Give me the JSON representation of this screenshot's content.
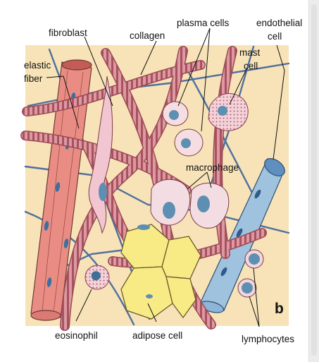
{
  "figure": {
    "panel_letter": "b",
    "labels": {
      "fibroblast": "fibroblast",
      "collagen": "collagen",
      "plasma_cells": "plasma cells",
      "endothelial_1": "endothelial",
      "endothelial_2": "cell",
      "elastic_1": "elastic",
      "elastic_2": "fiber",
      "mast_1": "mast",
      "mast_2": "cell",
      "macrophage": "macrophage",
      "eosinophil": "eosinophil",
      "adipose": "adipose cell",
      "lymphocytes": "lymphocytes"
    },
    "colors": {
      "background": "#f7e3b7",
      "collagen": "#d8929a",
      "collagen_band": "#9c4a58",
      "elastic": "#4f6f9e",
      "vessel_left": "#e98d84",
      "vessel_right": "#9fc2df",
      "adipose": "#f8eb86",
      "cell_fill": "#f4d6dc",
      "nucleus": "#5d8fb3"
    }
  }
}
